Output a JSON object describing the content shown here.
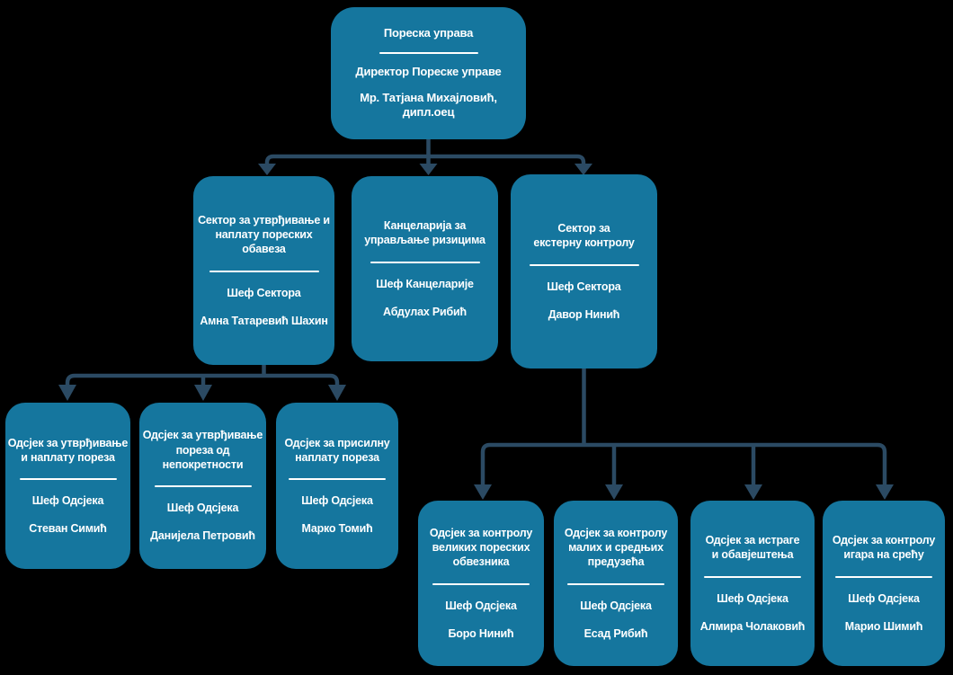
{
  "theme": {
    "background": "#000000",
    "box_fill": "#15769E",
    "connector_color": "#2B4A63",
    "text_color": "#FFFFFF"
  },
  "org": {
    "nodes": [
      {
        "title": "Пореска управа",
        "role": "Директор Пореске управе",
        "name": "Мр. Татјана Михајловић,\nдипл.оец",
        "reports_to": null
      },
      {
        "title": "Сектор за утврђивање и\nнаплату пореских\nобавеза",
        "role": "Шеф Сектора",
        "name": "Амна Татаревић Шахин",
        "reports_to": "Пореска управа"
      },
      {
        "title": "Канцеларија за\nуправљање ризицима",
        "role": "Шеф Канцеларије",
        "name": "Абдулах Рибић",
        "reports_to": "Пореска управа"
      },
      {
        "title": "Сектор за\nекстерну контролу",
        "role": "Шеф Сектора",
        "name": "Давор Нинић",
        "reports_to": "Пореска управа"
      },
      {
        "title": "Одсјек за утврђивање\nи наплату пореза",
        "role": "Шеф Одсјека",
        "name": "Стеван Симић",
        "reports_to": "Сектор за утврђивање и наплату пореских обавеза"
      },
      {
        "title": "Одсјек за утврђивање\nпореза од\nнепокретности",
        "role": "Шеф Одсјека",
        "name": "Данијела Петровић",
        "reports_to": "Сектор за утврђивање и наплату пореских обавеза"
      },
      {
        "title": "Одсјек за присилну\nнаплату пореза",
        "role": "Шеф Одсјека",
        "name": "Марко Томић",
        "reports_to": "Сектор за утврђивање и наплату пореских обавеза"
      },
      {
        "title": "Одсјек за контролу\nвеликих пореских\nобвезника",
        "role": "Шеф Одсјека",
        "name": "Боро Нинић",
        "reports_to": "Сектор за екстерну контролу"
      },
      {
        "title": "Одсјек за контролу\nмалих и средњих\nпредузећа",
        "role": "Шеф Одсјека",
        "name": "Есад Рибић",
        "reports_to": "Сектор за екстерну контролу"
      },
      {
        "title": "Одсјек за истраге\nи обавјештења",
        "role": "Шеф Одсјека",
        "name": "Алмира Чолаковић",
        "reports_to": "Сектор за екстерну контролу"
      },
      {
        "title": "Одсјек за контролу\nигара на срећу",
        "role": "Шеф Одсјека",
        "name": "Марио Шимић",
        "reports_to": "Сектор за екстерну контролу"
      }
    ]
  }
}
